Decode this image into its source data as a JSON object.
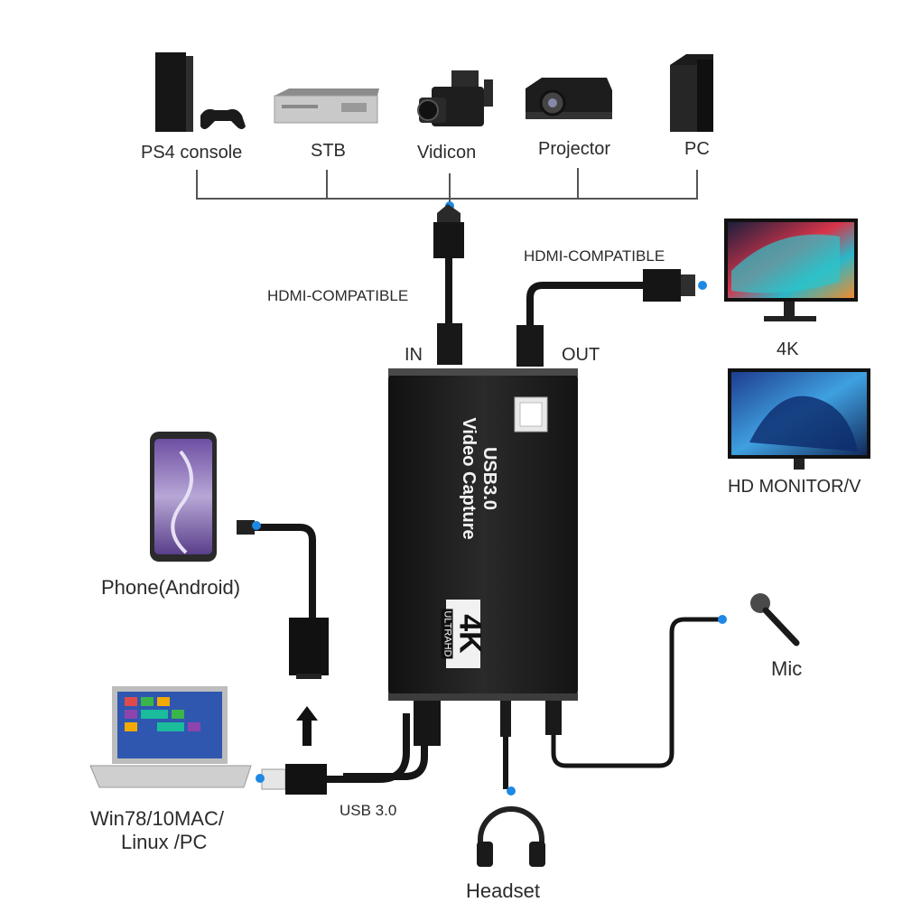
{
  "sources": {
    "ps4": "PS4 console",
    "stb": "STB",
    "vidicon": "Vidicon",
    "projector": "Projector",
    "pc": "PC"
  },
  "hdmi_in_label": "HDMI-COMPATIBLE",
  "hdmi_out_label": "HDMI-COMPATIBLE",
  "port_in": "IN",
  "port_out": "OUT",
  "device": {
    "line1": "USB3.0",
    "line2": "Video Capture",
    "badge_big": "4K",
    "badge_small": "ULTRAHD"
  },
  "outputs": {
    "monitor_4k": "4K",
    "monitor_hd": "HD MONITOR/V"
  },
  "phone_label": "Phone(Android)",
  "laptop_label_line1": "Win78/10MAC/",
  "laptop_label_line2": "Linux /PC",
  "usb_label": "USB 3.0",
  "mic_label": "Mic",
  "headset_label": "Headset",
  "colors": {
    "cable": "#151515",
    "device": "#1b1b1b",
    "dot": "#1e88e5",
    "text": "#2b2b2b"
  }
}
